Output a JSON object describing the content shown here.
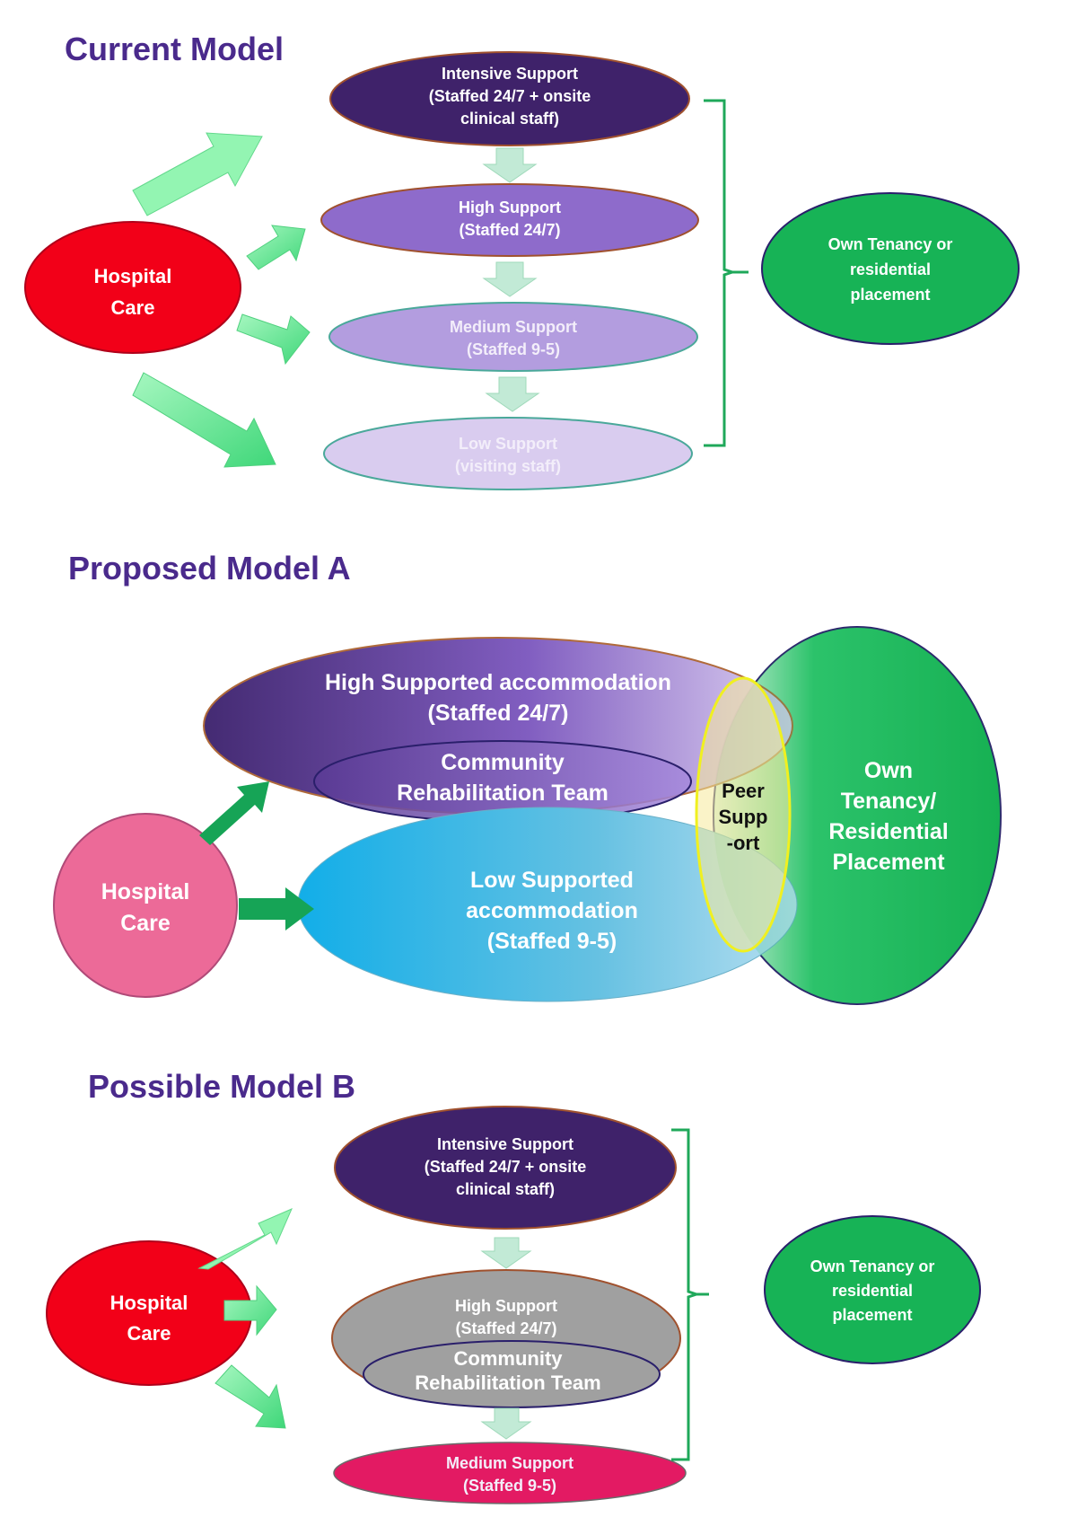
{
  "colors": {
    "title": "#4a2a8c",
    "hospital_red": "#f20018",
    "hospital_pink": "#ec6a98",
    "intensive": "#3f226a",
    "high": "#8e6bcb",
    "medium": "#b39ddf",
    "low": "#d9ccef",
    "own_tenancy": "#17b356",
    "arrow_light": "#93f5b2",
    "arrow_pale": "#c2ead6",
    "arrow_dark": "#16a456",
    "bracket": "#1fa85a",
    "gray": "#a0a0a0",
    "medium_b": "#e31a63",
    "peer_border": "#f0f020"
  },
  "current_model": {
    "title": "Current Model",
    "hospital": [
      "Hospital",
      "Care"
    ],
    "levels": [
      {
        "id": "intensive",
        "lines": [
          "Intensive Support",
          "(Staffed 24/7 + onsite",
          "clinical staff)"
        ]
      },
      {
        "id": "high",
        "lines": [
          "High Support",
          "(Staffed 24/7)"
        ]
      },
      {
        "id": "medium",
        "lines": [
          "Medium Support",
          "(Staffed 9-5)"
        ]
      },
      {
        "id": "low",
        "lines": [
          "Low Support",
          "(visiting staff)"
        ]
      }
    ],
    "destination": [
      "Own Tenancy or",
      "residential",
      "placement"
    ]
  },
  "model_a": {
    "title": "Proposed Model A",
    "hospital": [
      "Hospital",
      "Care"
    ],
    "high_supported": [
      "High Supported accommodation",
      "(Staffed 24/7)"
    ],
    "community_rehab": [
      "Community",
      "Rehabilitation Team"
    ],
    "low_supported": [
      "Low Supported",
      "accommodation",
      "(Staffed 9-5)"
    ],
    "peer_support": [
      "Peer",
      "Supp",
      "-ort"
    ],
    "destination": [
      "Own",
      "Tenancy/",
      "Residential",
      "Placement"
    ]
  },
  "model_b": {
    "title": "Possible Model B",
    "hospital": [
      "Hospital",
      "Care"
    ],
    "intensive": [
      "Intensive Support",
      "(Staffed 24/7 + onsite",
      "clinical staff)"
    ],
    "high": [
      "High Support",
      "(Staffed 24/7)"
    ],
    "community_rehab": [
      "Community",
      "Rehabilitation Team"
    ],
    "medium": [
      "Medium Support",
      "(Staffed 9-5)"
    ],
    "destination": [
      "Own Tenancy or",
      "residential",
      "placement"
    ]
  }
}
